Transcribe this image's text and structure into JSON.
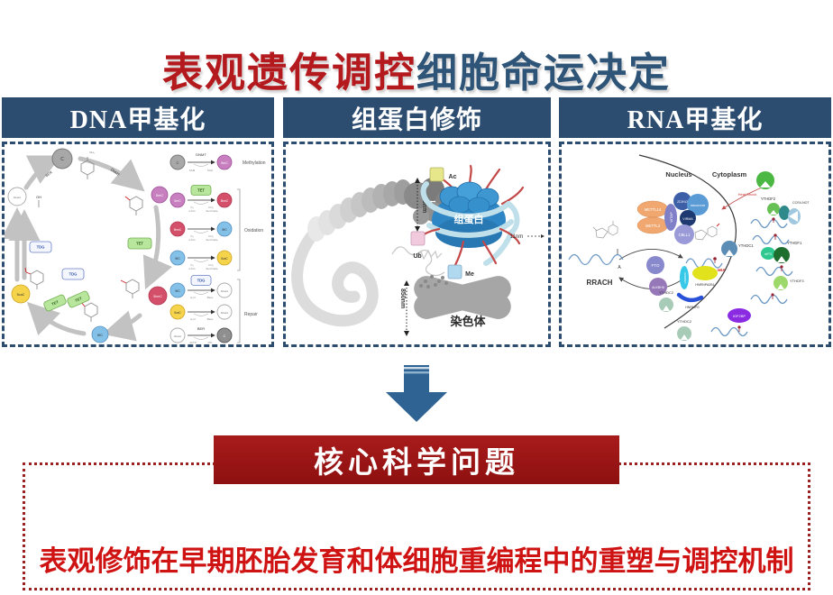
{
  "title": {
    "red": "表观遗传调控",
    "blue": "细胞命运决定"
  },
  "colors": {
    "title_red": "#b3191d",
    "title_blue": "#2e5478",
    "header_bg": "#2c4d70",
    "arrow_blue": "#2e6394",
    "banner_red": "#a11818",
    "question_red": "#cf1212"
  },
  "headers": {
    "dna": "DNA甲基化",
    "histone": "组蛋白修饰",
    "rna": "RNA甲基化"
  },
  "dna": {
    "nodes": {
      "c": "C",
      "mc": "5mC",
      "hmc": "5hmC",
      "fc": "5fC",
      "cac": "5caC",
      "abasic": "Abasic",
      "oh": "OH",
      "nh2": "NH₂"
    },
    "enzymes": {
      "dnmt": "DNMT",
      "tet": "TET",
      "tdg": "TDG",
      "ber": "BER"
    },
    "legend": {
      "methylation": "Methylation",
      "oxidation": "Oxidation",
      "repair": "Repair",
      "sam": "SAM",
      "sah": "SAH",
      "o2": "O₂",
      "akg": "α-KG",
      "co2": "CO₂",
      "succinate": "Succinate",
      "h2o": "H₂O",
      "base": "Base",
      "dctp": "dCTP",
      "ppi": "PPi"
    }
  },
  "histone": {
    "size30": "30nm",
    "size11": "11nm",
    "size850": "850nm",
    "histone_core": "组蛋白",
    "ac": "Ac",
    "ub": "Ub",
    "me": "Me",
    "chromosome": "染色体"
  },
  "rna": {
    "nucleus": "Nucleus",
    "cytoplasm": "Cytoplasm",
    "heat_shock": "Heat Shock",
    "rrach": "RRACH",
    "m6a": "m6A",
    "a": "A",
    "mettl14": "METTL14",
    "mettl3": "METTL3",
    "wtap": "WTAP",
    "zc3h13": "ZC3H13",
    "rbm15": "RBM15/15B",
    "virma": "VIRMA",
    "cbll1": "CBLL1",
    "fto": "FTO",
    "alkbh5": "ALKBH5",
    "ythdc1": "YTHDC1",
    "ythdc2": "YTHDC2",
    "hnrnpc": "HNRNPC",
    "hnrnpa2b1": "HNRNPA2B1",
    "hnrnpg": "HNRNPG",
    "ythdf1": "YTHDF1",
    "ythdf2": "YTHDF2",
    "ythdf3": "YTHDF3",
    "eif3": "eIF3",
    "ccr4not": "CCR4-NOT",
    "igf2bp": "IGF2BP"
  },
  "banner": "核心科学问题",
  "question": "表观修饰在早期胚胎发育和体细胞重编程中的重塑与调控机制"
}
